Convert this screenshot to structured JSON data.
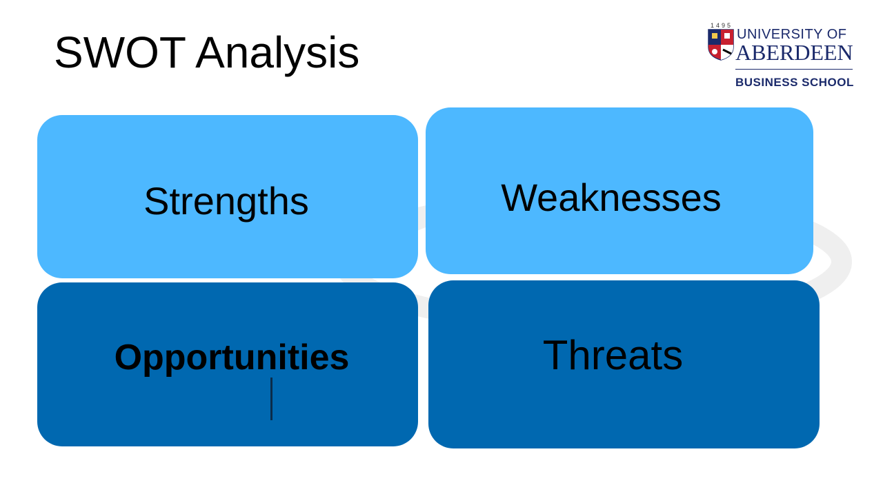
{
  "slide": {
    "title": "SWOT Analysis"
  },
  "logo": {
    "year": "1495",
    "university_line": "UNIVERSITY OF",
    "name_line": "ABERDEEN",
    "school_line": "BUSINESS SCHOOL",
    "brand_color": "#1b2a6b"
  },
  "quadrants": {
    "strengths": {
      "label": "Strengths",
      "color": "#4db8ff"
    },
    "weaknesses": {
      "label": "Weaknesses",
      "color": "#4db8ff"
    },
    "opportunities": {
      "label": "Opportunities",
      "color": "#0068b0"
    },
    "threats": {
      "label": "Threats",
      "color": "#0068b0"
    }
  }
}
